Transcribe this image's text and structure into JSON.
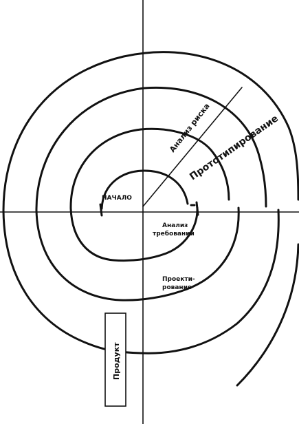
{
  "diagram": {
    "labels": {
      "start": "НАЧАЛО",
      "risk_analysis": "Анализ риска",
      "prototyping": "Прототипирование",
      "requirements_line1": "Анализ",
      "requirements_line2": "требований",
      "design_line1": "Проекти-",
      "design_line2": "рование",
      "product": "Продукт"
    },
    "colors": {
      "ink": "#111111",
      "background": "#ffffff"
    }
  }
}
